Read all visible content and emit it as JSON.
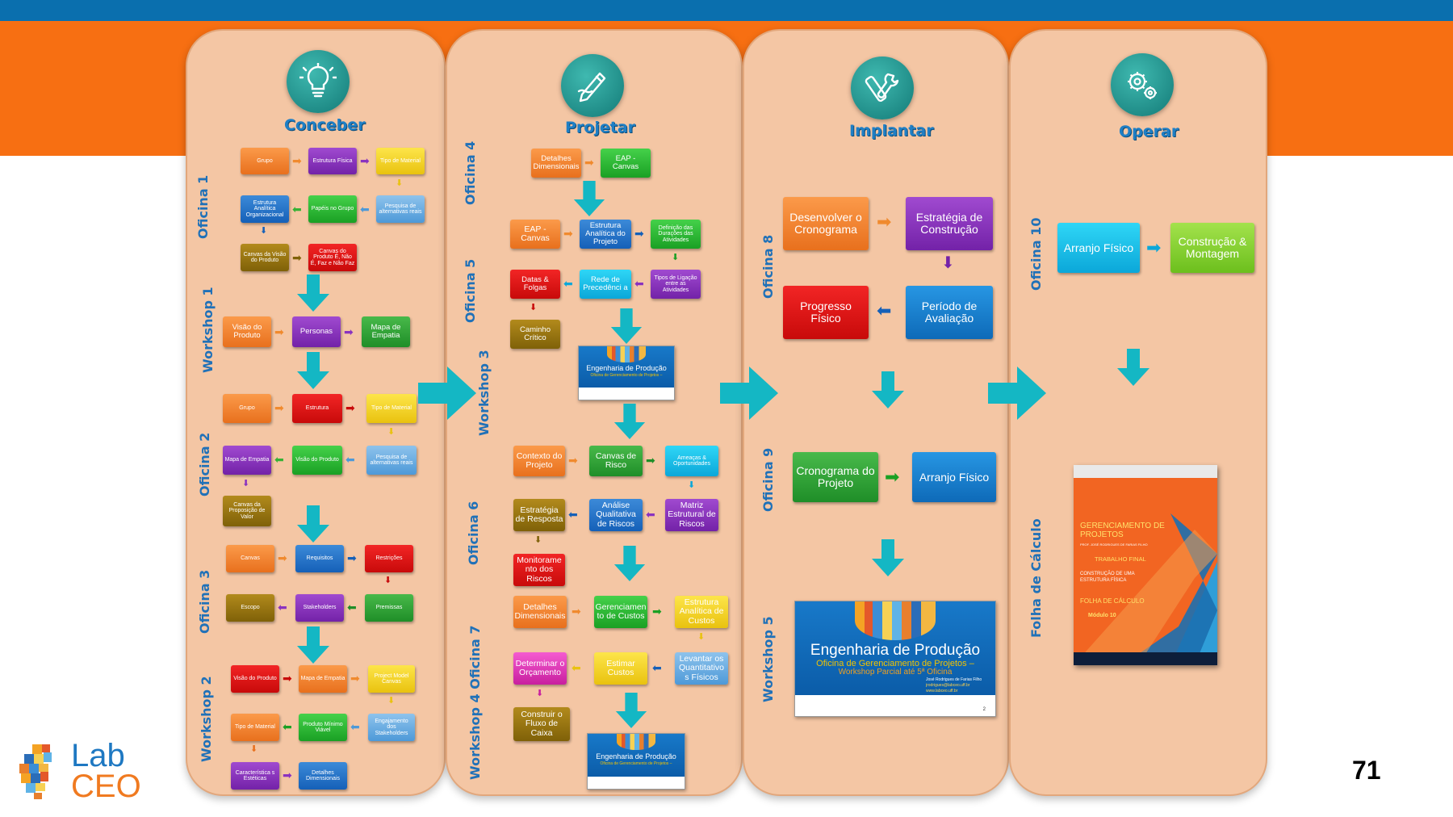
{
  "phases": {
    "conceber": "Conceber",
    "projetar": "Projetar",
    "implantar": "Implantar",
    "operar": "Operar"
  },
  "labels": {
    "oficina1": "Oficina 1",
    "workshop1": "Workshop 1",
    "oficina2": "Oficina 2",
    "oficina3": "Oficina 3",
    "workshop2": "Workshop 2",
    "oficina4": "Oficina 4",
    "oficina5": "Oficina 5",
    "workshop3": "Workshop 3",
    "oficina6": "Oficina 6",
    "oficina7": "Workshop 4 Oficina 7",
    "oficina8": "Oficina 8",
    "oficina9": "Oficina 9",
    "workshop5": "Workshop 5",
    "oficina10": "Oficina 10",
    "folha": "Folha de Cálculo"
  },
  "conceber": {
    "o1_grupo": "Grupo",
    "o1_estrutura_fisica": "Estrutura Física",
    "o1_tipo_material": "Tipo de Material",
    "o1_eao": "Estrutura Analítica Organizacional",
    "o1_papeis": "Papéis no Grupo",
    "o1_pesquisa": "Pesquisa de alternativas reais",
    "o1_canvas_visao": "Canvas da Visão do Produto",
    "o1_canvas_produto": "Canvas do Produto É, Não É, Faz e Não Faz",
    "w1_visao": "Visão do Produto",
    "w1_personas": "Personas",
    "w1_mapa": "Mapa de Empatia",
    "o2_grupo": "Grupo",
    "o2_estrutura": "Estrutura",
    "o2_tipo": "Tipo de Material",
    "o2_mapa": "Mapa de Empatia",
    "o2_visao": "Visão do Produto",
    "o2_pesquisa": "Pesquisa de alternativas reais",
    "o2_canvas_prop": "Canvas da Proposição de Valor",
    "o3_canvas": "Canvas",
    "o3_requisitos": "Requisitos",
    "o3_restricoes": "Restrições",
    "o3_escopo": "Escopo",
    "o3_stakeholders": "Stakeholders",
    "o3_premissas": "Premissas",
    "w2_visao": "Visão do Produto",
    "w2_mapa": "Mapa de Empatia",
    "w2_project_model": "Project Model Canvas",
    "w2_tipo": "Tipo de Material",
    "w2_produto_minimo": "Produto Mínimo Viável",
    "w2_engajamento": "Engajamento dos Stakeholders",
    "w2_caracteristicas": "Característica s Estéticas",
    "w2_detalhes": "Detalhes Dimensionais"
  },
  "projetar": {
    "o4_detalhes": "Detalhes Dimensionais",
    "o4_eap": "EAP - Canvas",
    "o5_eap": "EAP - Canvas",
    "o5_estrutura": "Estrutura Analítica do Projeto",
    "o5_definicao": "Definição das Durações das Atividades",
    "o5_datas": "Datas & Folgas",
    "o5_rede": "Rede de Precedênci a",
    "o5_tipos": "Tipos de Ligação entre as Atividades",
    "o5_caminho": "Caminho Crítico",
    "o6_contexto": "Contexto do Projeto",
    "o6_canvas_risco": "Canvas de Risco",
    "o6_ameacas": "Ameaças & Oportunidades",
    "o6_estrategia": "Estratégia de Resposta",
    "o6_analise": "Análise Qualitativa de Riscos",
    "o6_matriz": "Matriz Estrutural de Riscos",
    "o6_monitoramento": "Monitorame nto dos Riscos",
    "o7_detalhes": "Detalhes Dimensionais",
    "o7_gerenciamento": "Gerenciamen to de Custos",
    "o7_eac": "Estrutura Analítica de Custos",
    "o7_determinar": "Determinar o Orçamento",
    "o7_estimar": "Estimar Custos",
    "o7_levantar": "Levantar os Quantitativo s Físicos",
    "o7_construir": "Construir o Fluxo de Caixa"
  },
  "implantar": {
    "desenvolver": "Desenvolver o Cronograma",
    "estrategia": "Estratégia de Construção",
    "progresso": "Progresso Físico",
    "periodo": "Período de Avaliação",
    "cronograma": "Cronograma do Projeto",
    "arranjo": "Arranjo Físico"
  },
  "operar": {
    "arranjo": "Arranjo Físico",
    "construcao": "Construção & Montagem"
  },
  "thumb": {
    "title": "Engenharia de Produção",
    "subtitle": "Oficina de Gerenciamento de Projetos –",
    "subtitle2": "Workshop Parcial até 5ª Oficina",
    "author": "José Rodrigues de Farias Filho",
    "email": "jrodrigues@labceo.uff.br",
    "site": "www.labceo.uff.br",
    "page": "2"
  },
  "book": {
    "title": "GERENCIAMENTO DE PROJETOS",
    "prof": "PROF. JOSÉ RODRIGUES DE FARIAS FILHO",
    "trabalho": "TRABALHO FINAL",
    "construcao": "CONSTRUÇÃO DE UMA ESTRUTURA FÍSICA",
    "folha": "FOLHA DE CÁLCULO",
    "modulo": "Módulo 10"
  },
  "logo": {
    "line1": "Lab",
    "line2": "CEO"
  },
  "page_number": "71",
  "colors": {
    "blue_bar": "#0a6fae",
    "orange_band": "#f76f12",
    "panel": "#f4c6a4",
    "label": "#2071b8"
  }
}
